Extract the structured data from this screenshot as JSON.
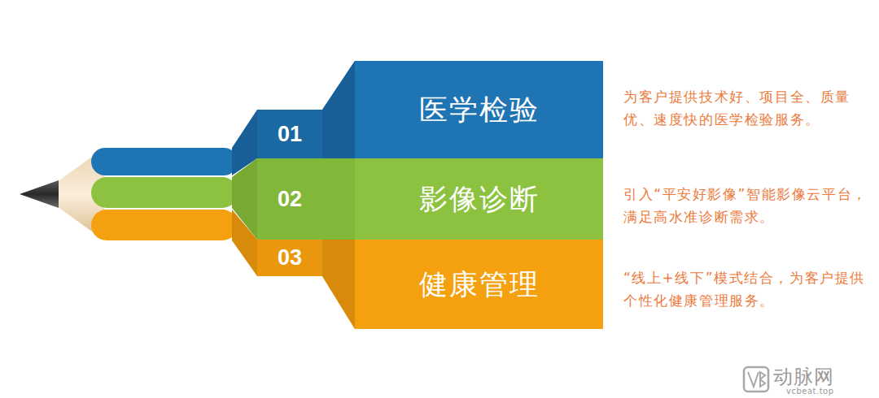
{
  "diagram": {
    "nodes": [
      {
        "text": [
          "01",
          "医学检验",
          "为客户提供技术好、项目全、质量优、速度快的医学检验服务。"
        ]
      },
      {
        "text": [
          "02",
          "影像诊断",
          "引入“平安好影像”智能影像云平台，满足高水准诊断需求。"
        ]
      },
      {
        "text": [
          "03",
          "健康管理",
          "“线上+线下”模式结合，为客户提供个性化健康管理服务。"
        ]
      }
    ],
    "labels": [
      "动脉网",
      "vcbeat.top"
    ]
  }
}
